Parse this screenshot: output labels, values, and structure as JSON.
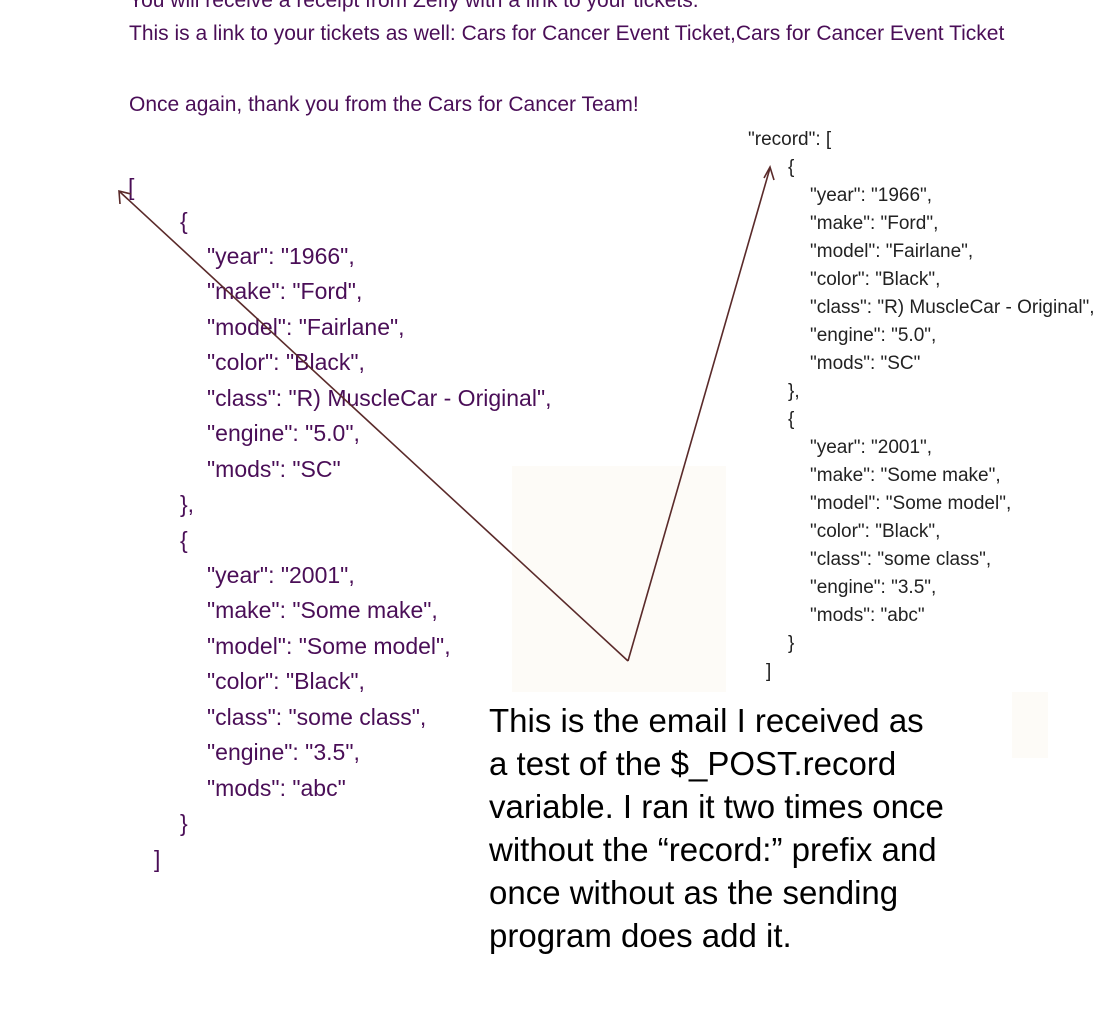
{
  "email": {
    "receipt_line": "You will receive a receipt from Zeffy with a link to your tickets.",
    "ticket_line": "This is a link to your tickets as well: Cars for Cancer Event Ticket,Cars for Cancer Event Ticket",
    "thanks_line": "Once again, thank you from the Cars for Cancer Team!"
  },
  "left_json": [
    "[",
    "{",
    "\"year\": \"1966\",",
    "\"make\": \"Ford\",",
    "\"model\": \"Fairlane\",",
    "\"color\": \"Black\",",
    "\"class\": \"R) MuscleCar - Original\",",
    "\"engine\": \"5.0\",",
    "\"mods\": \"SC\"",
    "},",
    "{",
    "\"year\": \"2001\",",
    "\"make\": \"Some make\",",
    "\"model\": \"Some model\",",
    "\"color\": \"Black\",",
    "\"class\": \"some class\",",
    "\"engine\": \"3.5\",",
    "\"mods\": \"abc\"",
    "}",
    "]"
  ],
  "right_json": [
    "\"record\": [",
    "{",
    "\"year\": \"1966\",",
    "\"make\": \"Ford\",",
    "\"model\": \"Fairlane\",",
    "\"color\": \"Black\",",
    "\"class\": \"R) MuscleCar - Original\",",
    "\"engine\": \"5.0\",",
    "\"mods\": \"SC\"",
    "},",
    "{",
    "\"year\": \"2001\",",
    "\"make\": \"Some make\",",
    "\"model\": \"Some model\",",
    "\"color\": \"Black\",",
    "\"class\": \"some class\",",
    "\"engine\": \"3.5\",",
    "\"mods\": \"abc\"",
    "}",
    "]"
  ],
  "note": {
    "lines": [
      "This is the email I received as",
      "a test of the $_POST.record",
      "variable.  I ran it two times once",
      "without the “record:” prefix and",
      "once without as the sending",
      "program does add it."
    ]
  },
  "colors": {
    "email_text": "#4a0e57",
    "arrow": "#5a2a2a",
    "annotation_text": "#000000"
  }
}
